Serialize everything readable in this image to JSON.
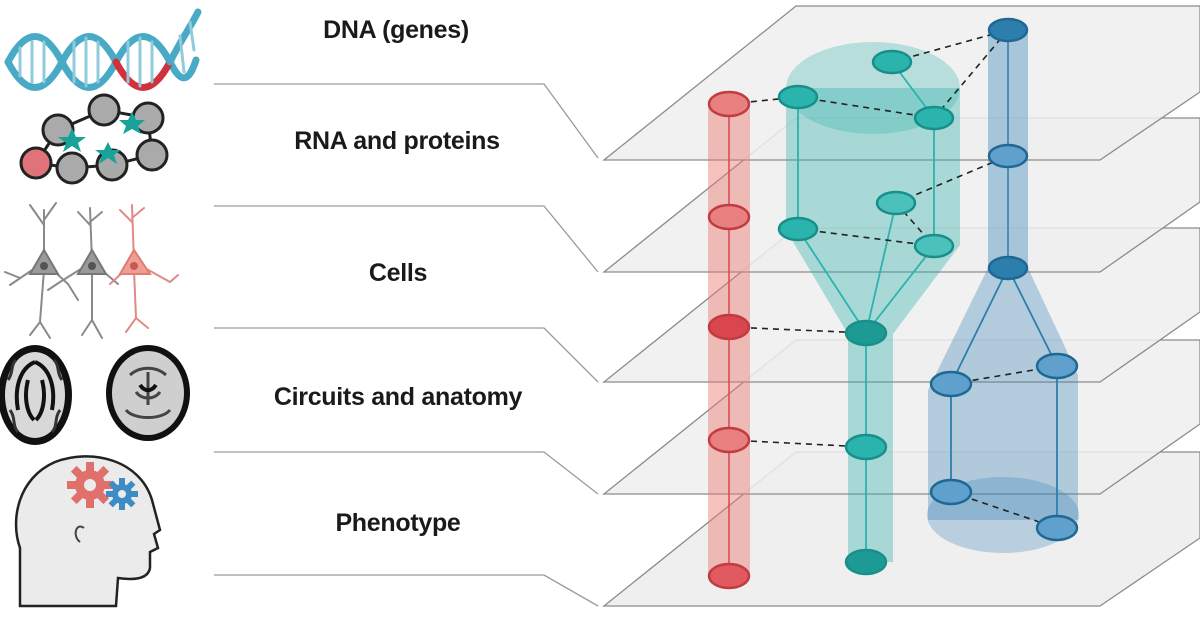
{
  "labels": {
    "dna": "DNA (genes)",
    "rna": "RNA  and proteins",
    "cells": "Cells",
    "circuits": "Circuits and anatomy",
    "phenotype": "Phenotype"
  },
  "colors": {
    "red": "#d9464e",
    "teal": "#2bb3ad",
    "blue": "#2c7fad",
    "plane": "#eeeeee",
    "plane_edge": "#8c8c8c"
  },
  "icons": [
    "dna-helix-icon",
    "rna-protein-network-icon",
    "neuron-cells-icon",
    "brain-mri-scan-icon",
    "head-gears-icon"
  ]
}
